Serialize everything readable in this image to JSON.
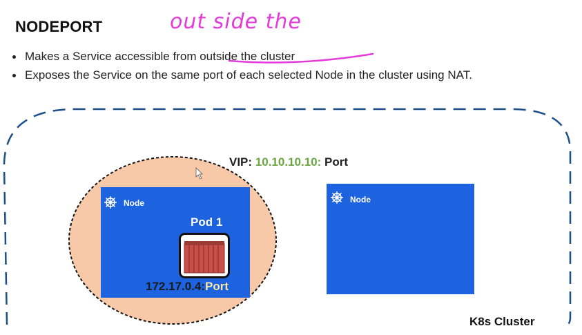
{
  "slide": {
    "title": "NODEPORT",
    "bullets": [
      "Makes a Service accessible from outside the cluster",
      "Exposes the Service on the same port of each selected Node in the cluster using NAT."
    ],
    "annotation": "out side the"
  },
  "diagram": {
    "vip_prefix": "VIP:",
    "vip_ip": "10.10.10.10:",
    "vip_port": "Port",
    "node1_label": "Node",
    "node2_label": "Node",
    "pod_label": "Pod 1",
    "pod_ip": "172.17.0.4:",
    "pod_port": "Port",
    "cluster_label": "K8s Cluster"
  },
  "colors": {
    "node_fill": "#1d63e0",
    "highlight_fill": "#f7c9a9",
    "vip_ip": "#6ba544",
    "pod_port": "#f6e9a8",
    "cluster_border": "#1a4f8a",
    "annotation": "#e33ad9"
  },
  "icons": [
    "kubernetes-wheel-icon",
    "container-icon",
    "mouse-cursor-icon"
  ]
}
